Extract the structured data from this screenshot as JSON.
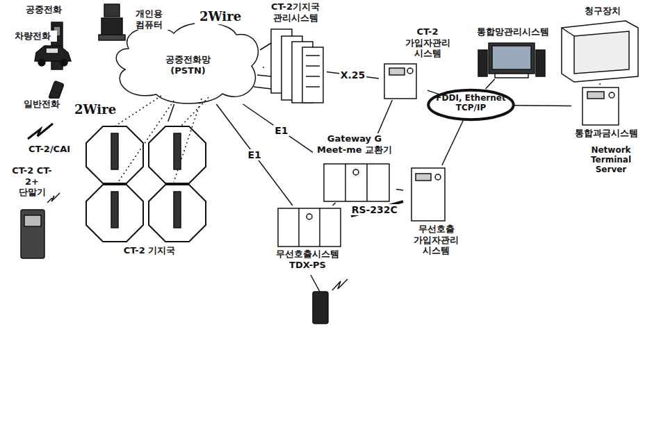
{
  "diagram": {
    "nodes": [
      {
        "text": [
          "공중전화망 (PSTN)"
        ]
      },
      {
        "text": [
          "개인용 컴퓨터"
        ]
      },
      {
        "text": [
          "공중전화"
        ]
      },
      {
        "text": [
          "차량전화"
        ]
      },
      {
        "text": [
          "일반전화"
        ]
      },
      {
        "text": [
          "CT-2기지국 관리시스템"
        ]
      },
      {
        "text": [
          "CT-2 가입자관리 시스템"
        ]
      },
      {
        "text": [
          "통합망관리시스템"
        ]
      },
      {
        "text": [
          "청구장치"
        ]
      },
      {
        "text": [
          "Gateway G Meet-me 교환기"
        ]
      },
      {
        "text": [
          "FDDI, Ethernet TCP/IP"
        ]
      },
      {
        "text": [
          "통합과금시스템"
        ]
      },
      {
        "text": [
          "무선호출 가입자관리 시스템"
        ]
      },
      {
        "text": [
          "무선호출시스템 TDX-PS"
        ]
      },
      {
        "text": [
          "CT-2 기지국"
        ]
      },
      {
        "text": [
          "CT-2 CT-2+ 단말기"
        ]
      }
    ],
    "edges": [
      {
        "from": 0,
        "to": 5,
        "arrow": "none"
      },
      {
        "from": 5,
        "to": 6,
        "label": "X.25",
        "arrow": "none"
      },
      {
        "from": 0,
        "to": 9,
        "label": "E1",
        "arrow": "none"
      },
      {
        "from": 0,
        "to": 13,
        "label": "E1",
        "arrow": "none"
      },
      {
        "from": 0,
        "to": 14,
        "arrow": "none"
      },
      {
        "from": 6,
        "to": 9,
        "arrow": "none"
      },
      {
        "from": 6,
        "to": 10,
        "arrow": "none"
      },
      {
        "from": 7,
        "to": 10,
        "arrow": "none"
      },
      {
        "from": 10,
        "to": 11,
        "arrow": "none"
      },
      {
        "from": 8,
        "to": 11,
        "arrow": "none"
      },
      {
        "from": 9,
        "to": 13,
        "arrow": "none"
      },
      {
        "from": 9,
        "to": 12,
        "arrow": "none"
      },
      {
        "from": 13,
        "to": 12,
        "label": "RS-232C",
        "arrow": "none"
      },
      {
        "from": 10,
        "to": 12,
        "arrow": "none"
      }
    ],
    "labels": [
      "2Wire",
      "2Wire",
      "CT-2/CAI",
      "Network Terminal Server"
    ]
  }
}
